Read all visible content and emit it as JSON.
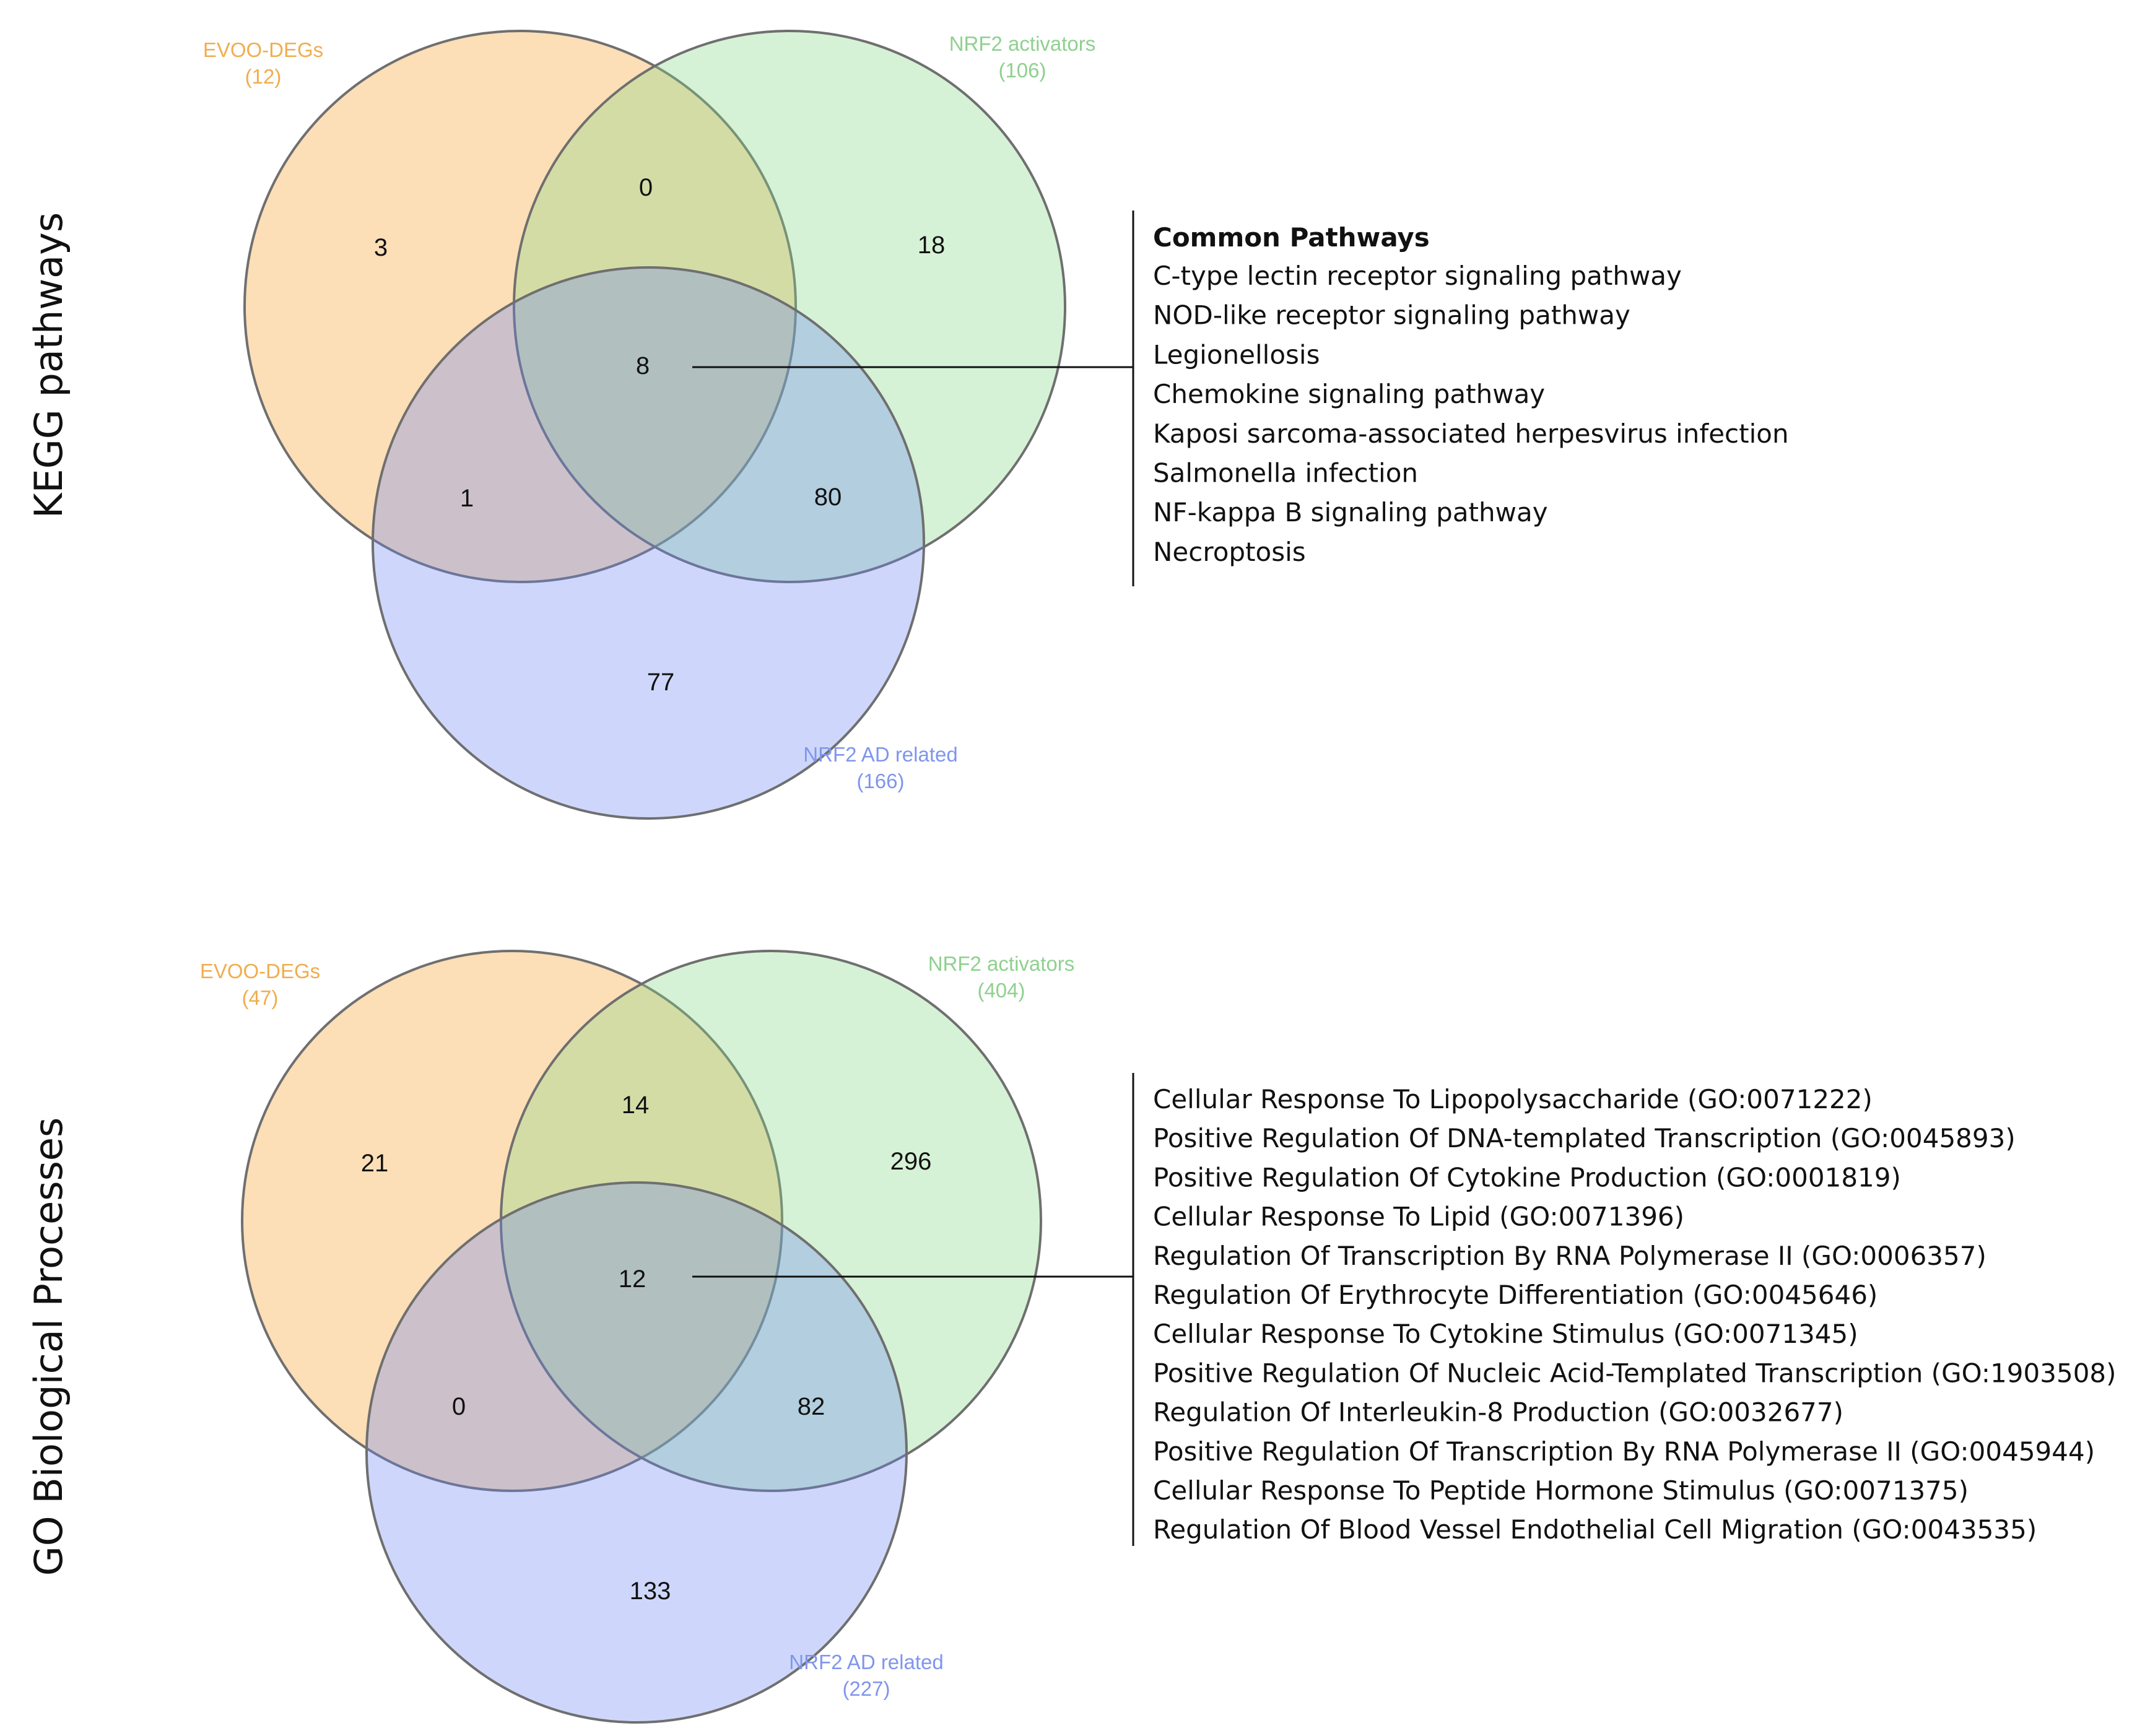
{
  "colors": {
    "evoo": "#f6a742",
    "nrf2_activators": "#86d886",
    "nrf2_ad": "#6b87f2",
    "evoo_label": "#f0ad4e",
    "activators_label": "#8fd08f",
    "ad_label": "#7f95ee",
    "outline": "#6f6f6f",
    "text": "#111111"
  },
  "kegg": {
    "side_title": "KEGG pathways",
    "sets": {
      "evoo": {
        "name": "EVOO-DEGs",
        "count": "(12)"
      },
      "activators": {
        "name": "NRF2 activators",
        "count": "(106)"
      },
      "ad": {
        "name": "NRF2 AD related",
        "count": "(166)"
      }
    },
    "regions": {
      "evoo_only": "3",
      "evoo_activators": "0",
      "activators_only": "18",
      "all_three": "8",
      "evoo_ad": "1",
      "activators_ad": "80",
      "ad_only": "77"
    },
    "list_heading": "Common Pathways",
    "list": [
      "C-type lectin receptor  signaling pathway",
      "NOD-like receptor  signaling pathway",
      "Legionellosis",
      "Chemokine  signaling pathway",
      "Kaposi sarcoma-associated herpesvirus infection",
      "Salmonella infection",
      "NF-kappa B signaling pathway",
      "Necroptosis"
    ]
  },
  "go": {
    "side_title": "GO Biological Processes",
    "sets": {
      "evoo": {
        "name": "EVOO-DEGs",
        "count": "(47)"
      },
      "activators": {
        "name": "NRF2 activators",
        "count": "(404)"
      },
      "ad": {
        "name": "NRF2 AD related",
        "count": "(227)"
      }
    },
    "regions": {
      "evoo_only": "21",
      "evoo_activators": "14",
      "activators_only": "296",
      "all_three": "12",
      "evoo_ad": "0",
      "activators_ad": "82",
      "ad_only": "133"
    },
    "list": [
      "Cellular Response To Lipopolysaccharide (GO:0071222)",
      "Positive Regulation Of DNA-templated  Transcription  (GO:0045893)",
      "Positive Regulation Of Cytokine  Production  (GO:0001819)",
      "Cellular Response To Lipid (GO:0071396)",
      "Regulation Of Transcription By RNA Polymerase II (GO:0006357)",
      "Regulation Of Erythrocyte  Differentiation  (GO:0045646)",
      "Cellular Response To Cytokine Stimulus (GO:0071345)",
      "Positive Regulation Of Nucleic Acid-Templated Transcription  (GO:1903508)",
      "Regulation Of Interleukin-8 Production  (GO:0032677)",
      "Positive Regulation Of Transcription By RNA Polymerase II (GO:0045944)",
      "Cellular Response To Peptide Hormone  Stimulus  (GO:0071375)",
      "Regulation Of Blood Vessel Endothelial Cell Migration (GO:0043535)"
    ]
  }
}
